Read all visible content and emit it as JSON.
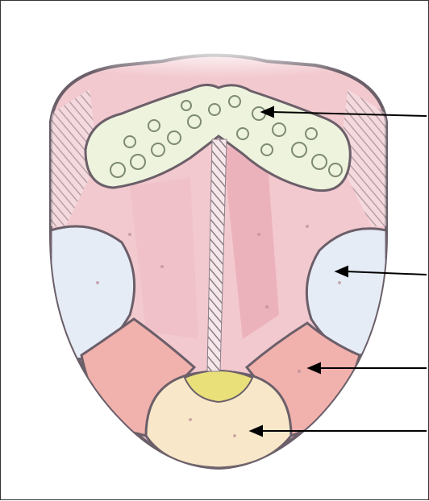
{
  "diagram": {
    "subject": "tongue-taste-zones",
    "colors": {
      "outline": "#6b5f69",
      "body_pink": "#f2c9cf",
      "back_zone": "#eef3dd",
      "side_zone": "#e6ecf6",
      "front_side_zone": "#f1b1ad",
      "tip_zone": "#f8e8c9",
      "tip_yellow": "#e9e07a",
      "hatch": "#8a7f86",
      "arrow": "#000000"
    },
    "regions": [
      {
        "id": "back",
        "label": ""
      },
      {
        "id": "sides",
        "label": ""
      },
      {
        "id": "front-sides",
        "label": ""
      },
      {
        "id": "tip",
        "label": ""
      }
    ]
  }
}
